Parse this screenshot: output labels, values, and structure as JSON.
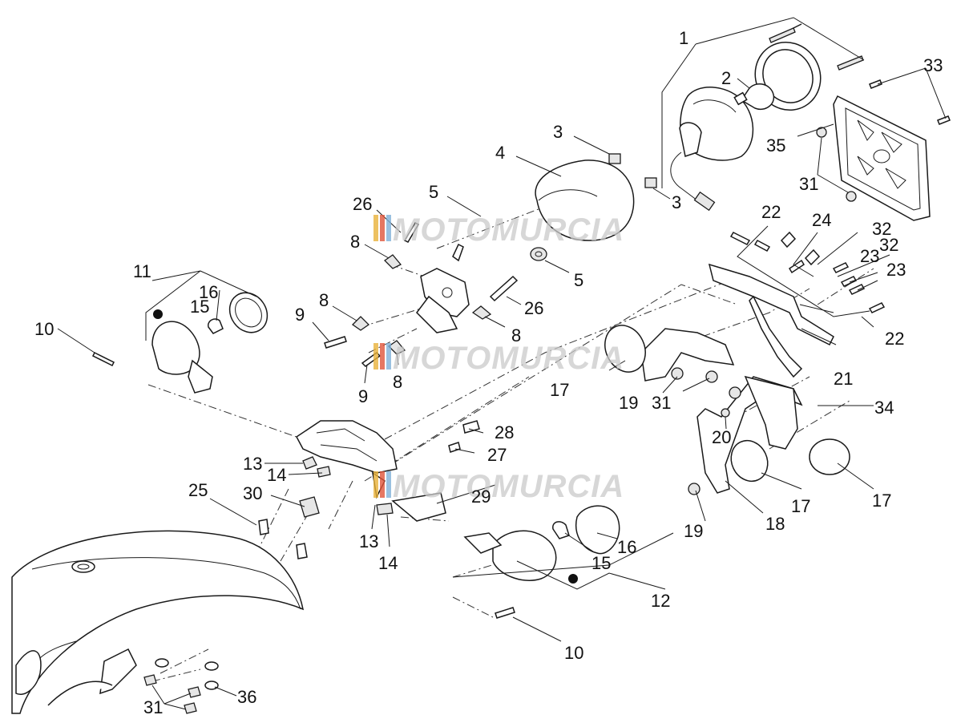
{
  "watermark": {
    "text": "MOTOMURCIA",
    "stripe_colors": [
      "#e8b23a",
      "#e0553b",
      "#7fb0d8",
      "#b9b9b9"
    ]
  },
  "callouts": {
    "n1": "1",
    "n2": "2",
    "n3a": "3",
    "n3b": "3",
    "n4": "4",
    "n5a": "5",
    "n5b": "5",
    "n8a": "8",
    "n8b": "8",
    "n8c": "8",
    "n8d": "8",
    "n9a": "9",
    "n9b": "9",
    "n10a": "10",
    "n10b": "10",
    "n11": "11",
    "n12": "12",
    "n13a": "13",
    "n13b": "13",
    "n14a": "14",
    "n14b": "14",
    "n15a": "15",
    "n15b": "15",
    "n16a": "16",
    "n16b": "16",
    "n17a": "17",
    "n17b": "17",
    "n17c": "17",
    "n18": "18",
    "n19a": "19",
    "n19b": "19",
    "n20": "20",
    "n21": "21",
    "n22a": "22",
    "n22b": "22",
    "n23a": "23",
    "n23b": "23",
    "n24": "24",
    "n25": "25",
    "n26a": "26",
    "n26b": "26",
    "n27": "27",
    "n28": "28",
    "n29": "29",
    "n30": "30",
    "n31a": "31",
    "n31b": "31",
    "n31c": "31",
    "n32a": "32",
    "n32b": "32",
    "n33": "33",
    "n34": "34",
    "n35": "35",
    "n36": "36"
  }
}
